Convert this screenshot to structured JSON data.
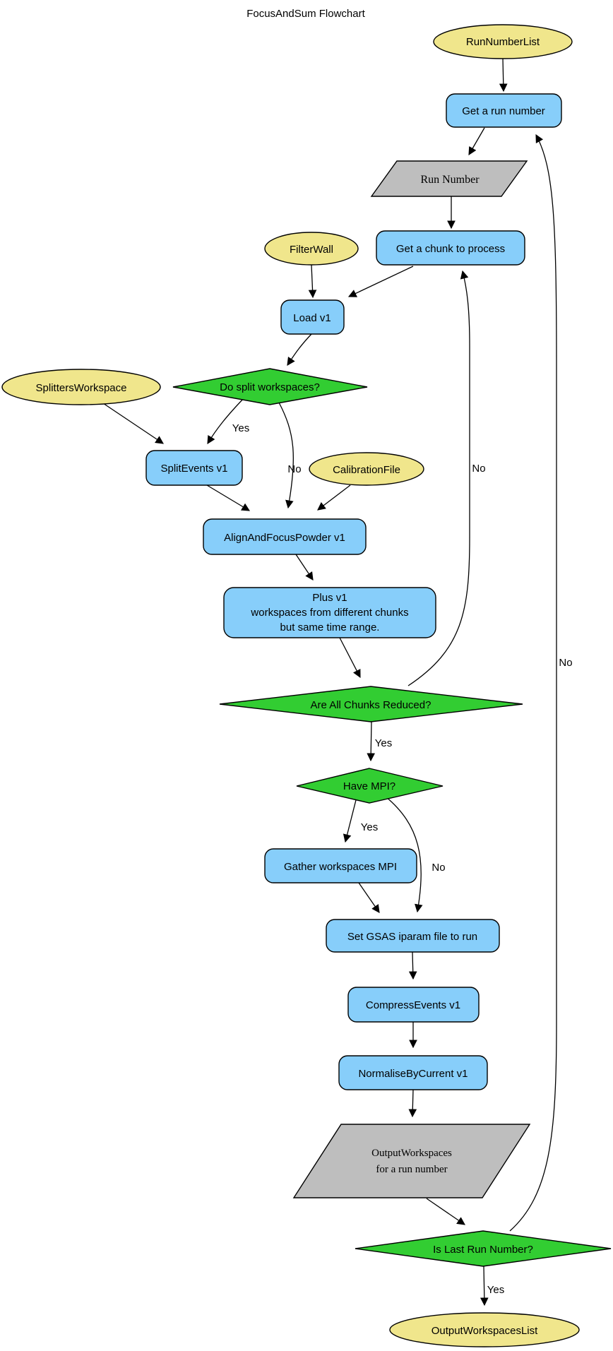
{
  "title": "FocusAndSum Flowchart",
  "colors": {
    "parameter_fill": "#F0E68C",
    "process_fill": "#87CEFA",
    "decision_fill": "#32CD32",
    "data_fill": "#BEBEBE"
  },
  "nodes": {
    "run_number_list": {
      "label": "RunNumberList"
    },
    "get_run_number": {
      "label": "Get a run number"
    },
    "run_number": {
      "label": "Run Number"
    },
    "get_chunk": {
      "label": "Get a chunk to process"
    },
    "filter_wall": {
      "label": "FilterWall"
    },
    "load": {
      "label": "Load v1"
    },
    "splitters_workspace": {
      "label": "SplittersWorkspace"
    },
    "do_split": {
      "label": "Do split workspaces?"
    },
    "split_events": {
      "label": "SplitEvents v1"
    },
    "calibration_file": {
      "label": "CalibrationFile"
    },
    "align_focus": {
      "label": "AlignAndFocusPowder v1"
    },
    "plus": {
      "lines": [
        "Plus v1",
        "workspaces from different chunks",
        "but same time range."
      ]
    },
    "all_chunks_reduced": {
      "label": "Are All Chunks Reduced?"
    },
    "have_mpi": {
      "label": "Have MPI?"
    },
    "gather_mpi": {
      "label": "Gather workspaces MPI"
    },
    "set_gsas": {
      "label": "Set GSAS iparam file to run"
    },
    "compress_events": {
      "label": "CompressEvents v1"
    },
    "normalise": {
      "label": "NormaliseByCurrent v1"
    },
    "output_workspaces": {
      "lines": [
        "OutputWorkspaces",
        "for a run number"
      ]
    },
    "is_last_run": {
      "label": "Is Last Run Number?"
    },
    "output_list": {
      "label": "OutputWorkspacesList"
    }
  },
  "edge_labels": {
    "do_split_yes": "Yes",
    "do_split_no": "No",
    "chunks_reduced_no": "No",
    "chunks_reduced_yes": "Yes",
    "have_mpi_yes": "Yes",
    "have_mpi_no": "No",
    "is_last_yes": "Yes",
    "is_last_no": "No"
  }
}
